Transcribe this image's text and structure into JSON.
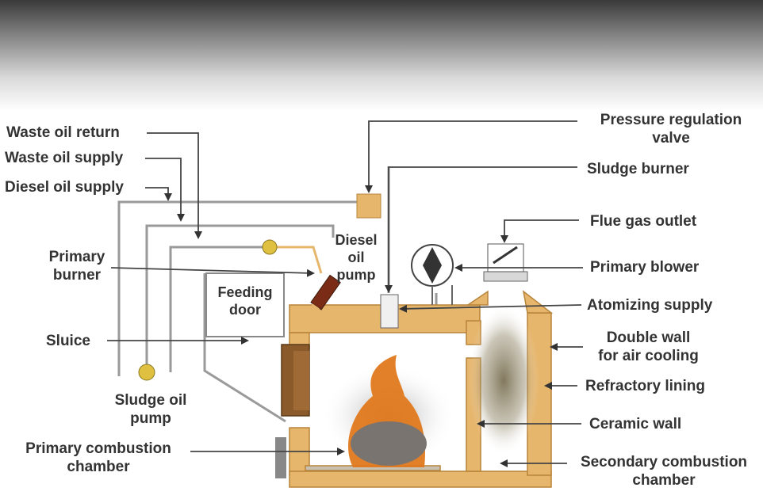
{
  "labels": {
    "waste_oil_return": "Waste oil return",
    "waste_oil_supply": "Waste oil supply",
    "diesel_oil_supply": "Diesel oil supply",
    "primary_burner_1": "Primary",
    "primary_burner_2": "burner",
    "sluice": "Sluice",
    "sludge_oil_pump_1": "Sludge oil",
    "sludge_oil_pump_2": "pump",
    "primary_combustion_chamber_1": "Primary combustion",
    "primary_combustion_chamber_2": "chamber",
    "feeding_door_1": "Feeding",
    "feeding_door_2": "door",
    "diesel_oil_pump_1": "Diesel",
    "diesel_oil_pump_2": "oil",
    "diesel_oil_pump_3": "pump",
    "pressure_regulation_valve_1": "Pressure regulation",
    "pressure_regulation_valve_2": "valve",
    "sludge_burner": "Sludge burner",
    "flue_gas_outlet": "Flue gas outlet",
    "primary_blower": "Primary blower",
    "atomizing_supply": "Atomizing supply",
    "double_wall_1": "Double wall",
    "double_wall_2": "for air cooling",
    "refractory_lining": "Refractory lining",
    "ceramic_wall": "Ceramic wall",
    "secondary_combustion_chamber_1": "Secondary combustion",
    "secondary_combustion_chamber_2": "chamber"
  },
  "colors": {
    "refractory": "#e6b66d",
    "refractory_stroke": "#b8843a",
    "pipe": "#9a9a9a",
    "leader": "#444444",
    "smoke": "#8a8060",
    "flame": "#e0781e",
    "ash": "#7a7470"
  }
}
